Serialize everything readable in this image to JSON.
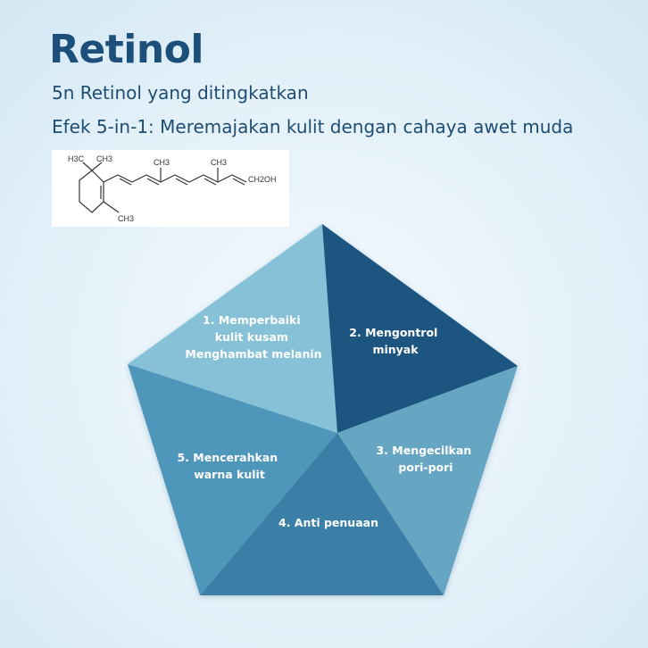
{
  "header": {
    "title": "Retinol",
    "subtitle": "5n Retinol yang ditingkatkan",
    "tagline": "Efek 5-in-1: Meremajakan kulit dengan cahaya awet muda"
  },
  "molecule": {
    "labels": [
      "H3C",
      "CH3",
      "CH3",
      "CH3",
      "CH2OH",
      "CH3"
    ]
  },
  "pentagon": {
    "segments": [
      {
        "lines": [
          "1. Memperbaiki",
          "kulit kusam",
          "Menghambat melanin"
        ],
        "color": "#86c1d7"
      },
      {
        "lines": [
          "2. Mengontrol",
          "minyak"
        ],
        "color": "#1b557f"
      },
      {
        "lines": [
          "3. Mengecilkan",
          "pori-pori"
        ],
        "color": "#66a6c3"
      },
      {
        "lines": [
          "4. Anti penuaan"
        ],
        "color": "#3a7fa7"
      },
      {
        "lines": [
          "5. Mencerahkan",
          "warna kulit"
        ],
        "color": "#4f96bb"
      }
    ]
  }
}
